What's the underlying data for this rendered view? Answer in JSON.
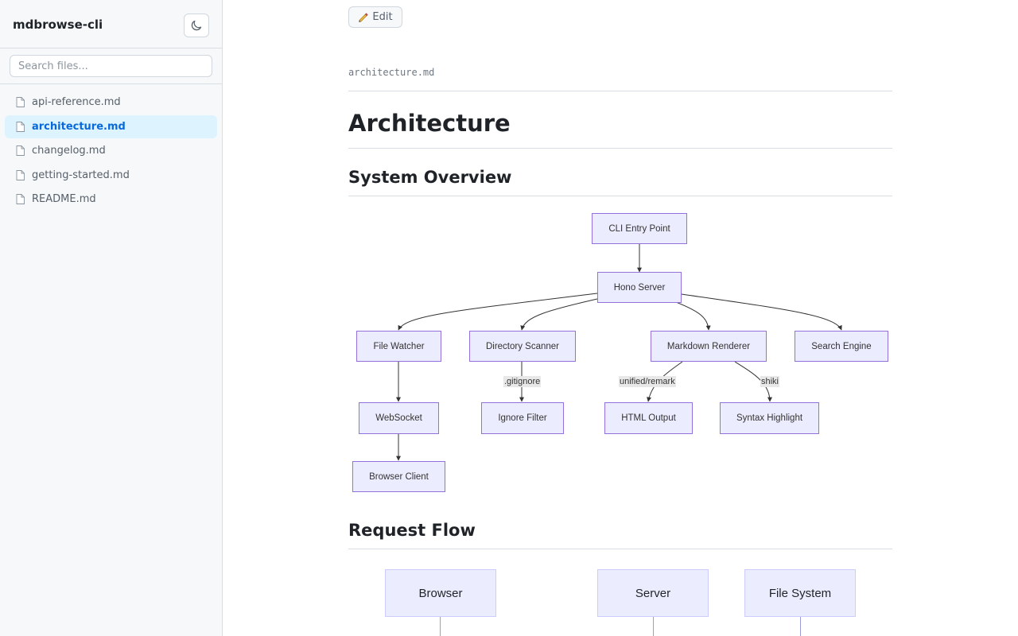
{
  "sidebar": {
    "title": "mdbrowse-cli",
    "theme_icon": "moon-icon",
    "search_placeholder": "Search files...",
    "files": [
      {
        "label": "api-reference.md",
        "active": false
      },
      {
        "label": "architecture.md",
        "active": true
      },
      {
        "label": "changelog.md",
        "active": false
      },
      {
        "label": "getting-started.md",
        "active": false
      },
      {
        "label": "README.md",
        "active": false
      }
    ]
  },
  "main": {
    "edit_label": "Edit",
    "edit_icon": "pencil-icon",
    "file_path": "architecture.md",
    "title": "Architecture",
    "sections": {
      "overview": "System Overview",
      "request_flow": "Request Flow"
    }
  },
  "diagram": {
    "nodes": {
      "cli": "CLI Entry Point",
      "hono": "Hono Server",
      "watcher": "File Watcher",
      "scanner": "Directory Scanner",
      "renderer": "Markdown Renderer",
      "search": "Search Engine",
      "websocket": "WebSocket",
      "ignore": "Ignore Filter",
      "html": "HTML Output",
      "syntax": "Syntax Highlight",
      "browser_client": "Browser Client"
    },
    "edge_labels": {
      "gitignore": ".gitignore",
      "unified": "unified/remark",
      "shiki": "shiki"
    },
    "colors": {
      "node_fill": "#ececff",
      "node_stroke": "#9370db"
    }
  },
  "sequence": {
    "participants": [
      "Browser",
      "Server",
      "File System"
    ]
  },
  "colors": {
    "accent": "#0969da",
    "active_bg": "#ddf4ff"
  }
}
